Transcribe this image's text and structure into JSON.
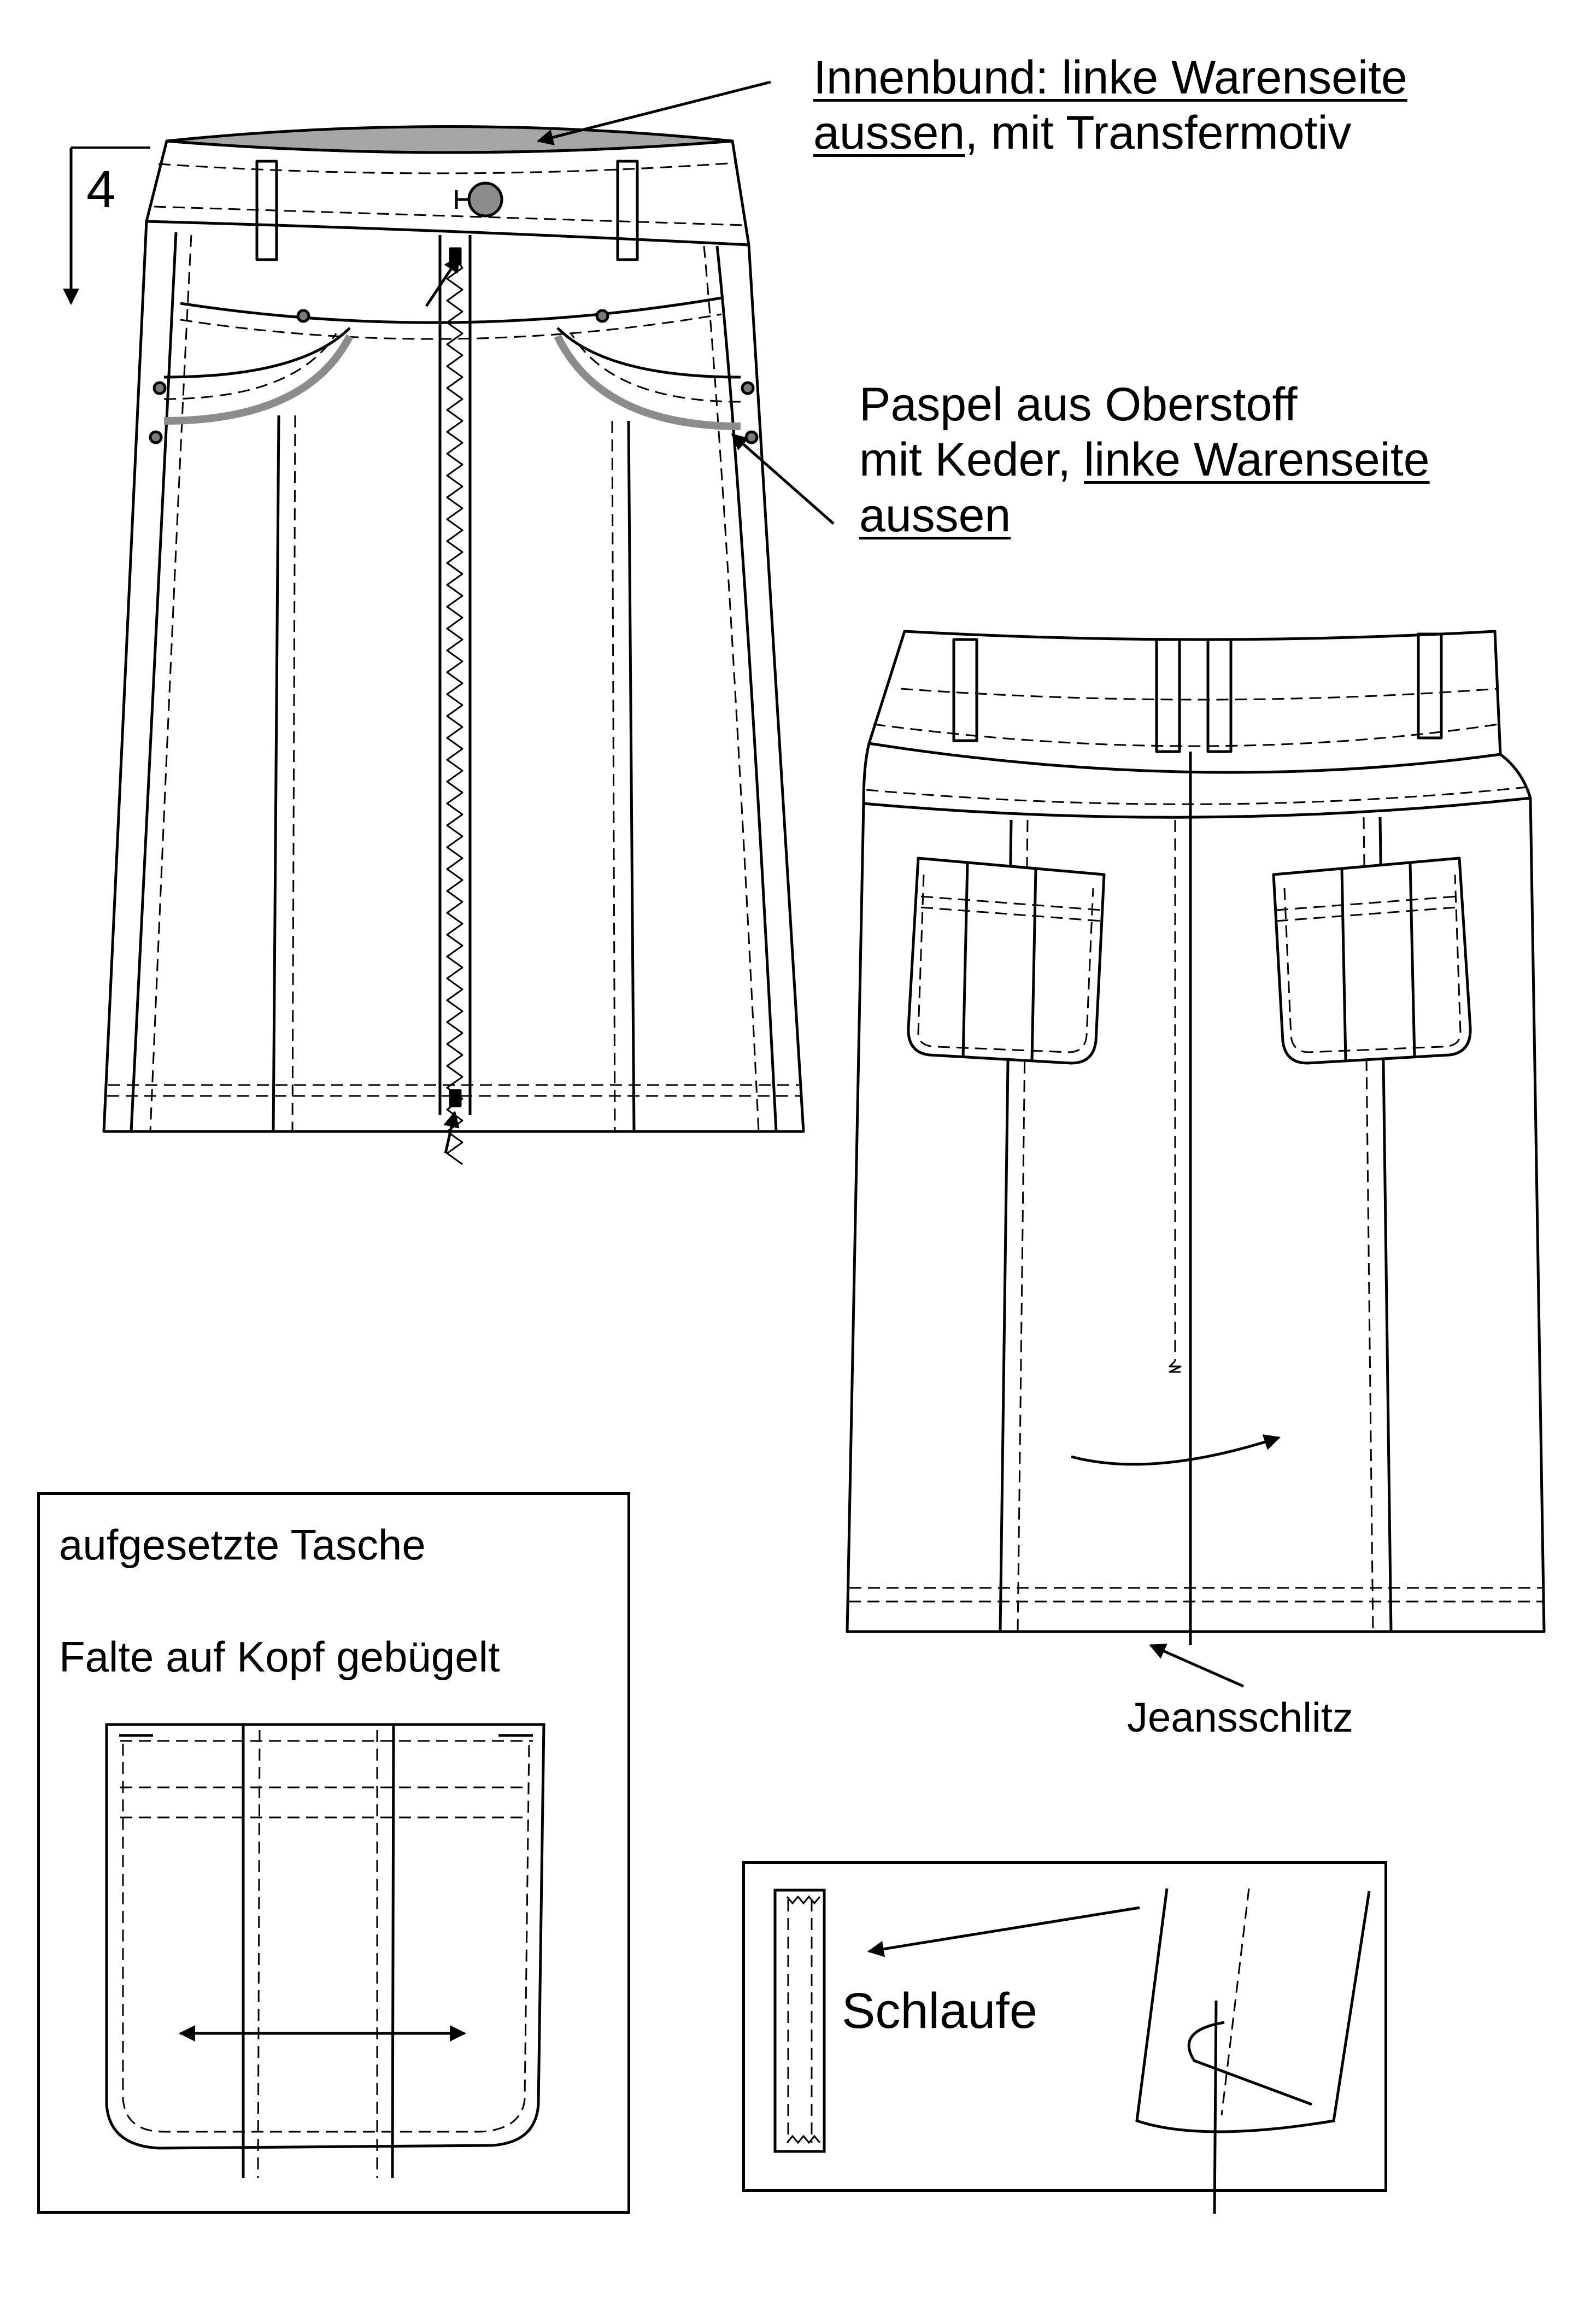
{
  "labels": {
    "step_number": "4",
    "waistband_line1": "Innenbund: linke Warenseite",
    "waistband_line2_u": "aussen",
    "waistband_line2_rest": ", mit Transfermotiv",
    "piping_line1": "Paspel aus Oberstoff",
    "piping_line2_a": "mit Keder, ",
    "piping_line2_u": "linke Warenseite",
    "piping_line3": "aussen",
    "jeans_slit": "Jeansschlitz",
    "patch_pocket": "aufgesetzte Tasche",
    "pleat_pressed": "Falte auf Kopf gebügelt",
    "belt_loop": "Schlaufe"
  },
  "colors": {
    "line": "#000000",
    "inner_waistband_fill": "#a6a6a6",
    "piping": "#8c8c8c",
    "rivet": "#7a7a7a",
    "background": "#ffffff"
  }
}
